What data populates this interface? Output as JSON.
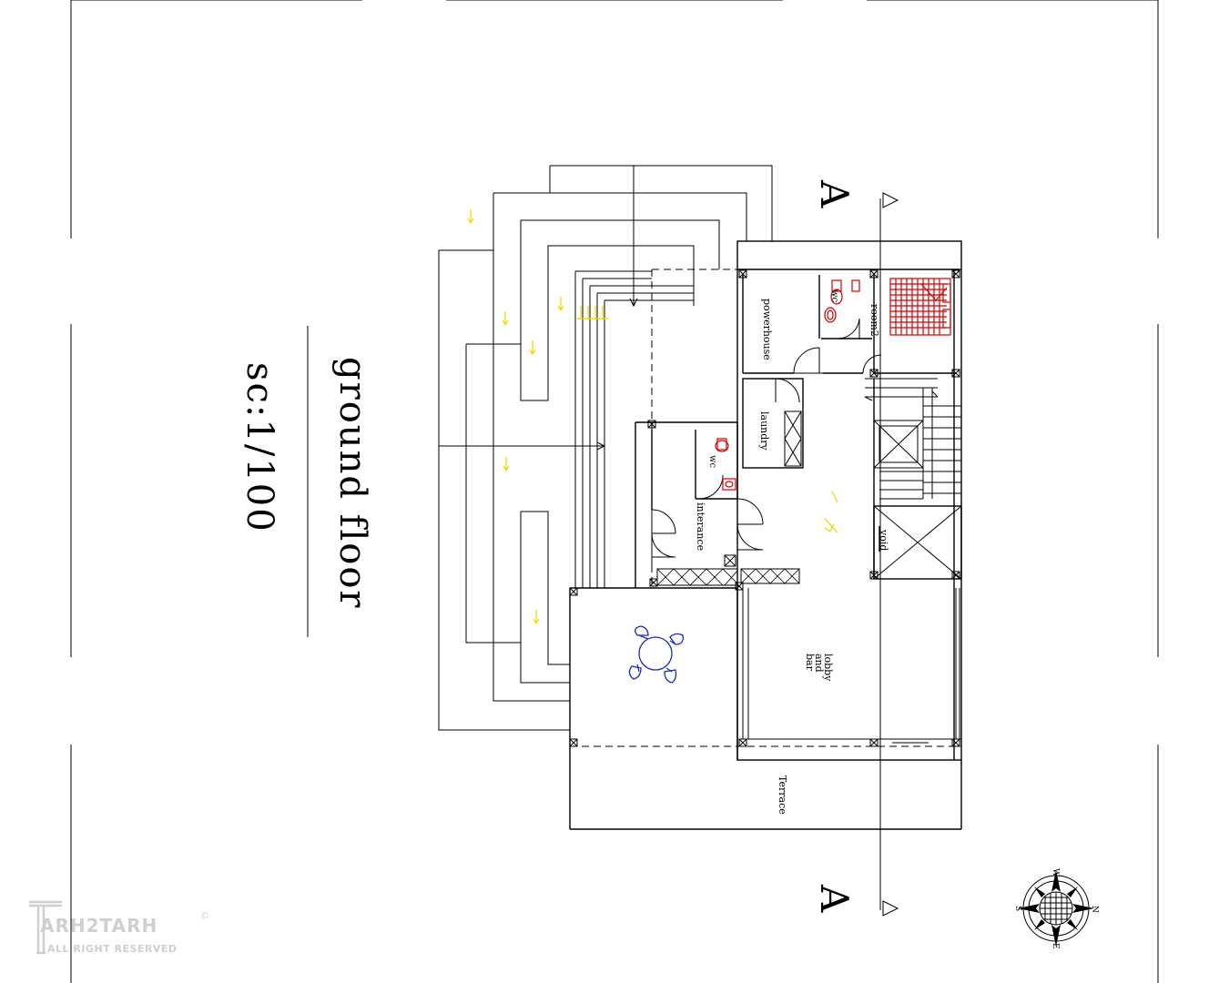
{
  "drawing": {
    "title": "ground floor",
    "scale": "sc:1/100",
    "section_marker_top": "A",
    "section_marker_bottom": "A"
  },
  "rooms": {
    "powerhouse": "powerhouse",
    "wc_top": "wc",
    "room2": "room2",
    "laundry": "laundry",
    "wc_left": "wc",
    "interance": "interance",
    "void": "void",
    "lobby_line1": "lobby",
    "lobby_line2": "and",
    "lobby_line3": "bar",
    "terrace": "Terrace"
  },
  "watermark": {
    "brand": "ARH2TARH",
    "rights": "ALL RIGHT RESERVED",
    "mark": "©"
  },
  "compass": {
    "north": "N",
    "south": "S",
    "west": "W",
    "east": "E"
  },
  "colors": {
    "fixtures": "#d40000",
    "furniture": "#1e2bb0",
    "levels": "#e8d800",
    "watermark": "#cfcfcf"
  }
}
